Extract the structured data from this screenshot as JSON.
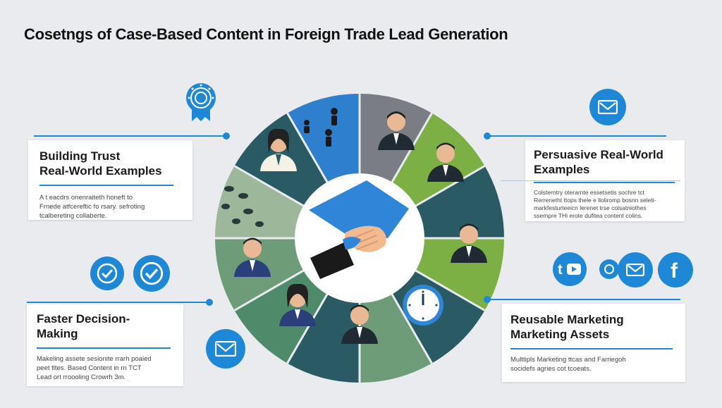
{
  "title": "Cosetngs of Case-Based Content  in Foreign Trade Lead Generation",
  "cards": {
    "building_trust": {
      "head": [
        "Building Trust",
        "Real-World Examples"
      ],
      "body": [
        "A t eacdrs onenraiteth honeft to",
        "Frnede atfcereftic fo rsary. sefroting",
        "tcalbereting collaberte."
      ]
    },
    "persuasive": {
      "head": [
        "Persuasive Real-World",
        "Examples"
      ],
      "body": [
        "Colsterntry oterarnte essetsetis sochre tct",
        "Rerrenetht ttops thele e lloliromp bosnn seleti-",
        "markfesturteeicn lerenet trse colsatniothes",
        "ssempre THi erote dufitea content colins."
      ]
    },
    "faster_decision": {
      "head": [
        "Faster Decision-",
        "Making"
      ],
      "body": [
        "Makeling assete sesionite rrarh poaied",
        "peet tltes. Based Content  in rn TCT",
        "Lead ort rroooling Crowrh 3m."
      ]
    },
    "reusable": {
      "head": [
        "Reusable Marketing",
        "Marketing Assets"
      ],
      "body": [
        "Multtipls Marketing ttcas and Farriegoh",
        "socidefs agries cot tcoeats."
      ]
    }
  },
  "social": {
    "youtube_text": "t",
    "facebook_text": "f"
  },
  "colors": {
    "accent_blue": "#1e88d6",
    "dark_teal": "#2a5a64",
    "sage_green": "#6f9c78",
    "lime_green": "#7db044",
    "gray_segment": "#7a7e84",
    "background": "#e9ebee"
  },
  "icons": [
    "award-ribbon-icon",
    "email-icon",
    "checkmark-icon",
    "mail-icon",
    "clock-icon",
    "handshake-icon",
    "youtube-icon",
    "facebook-icon",
    "people-icons"
  ]
}
